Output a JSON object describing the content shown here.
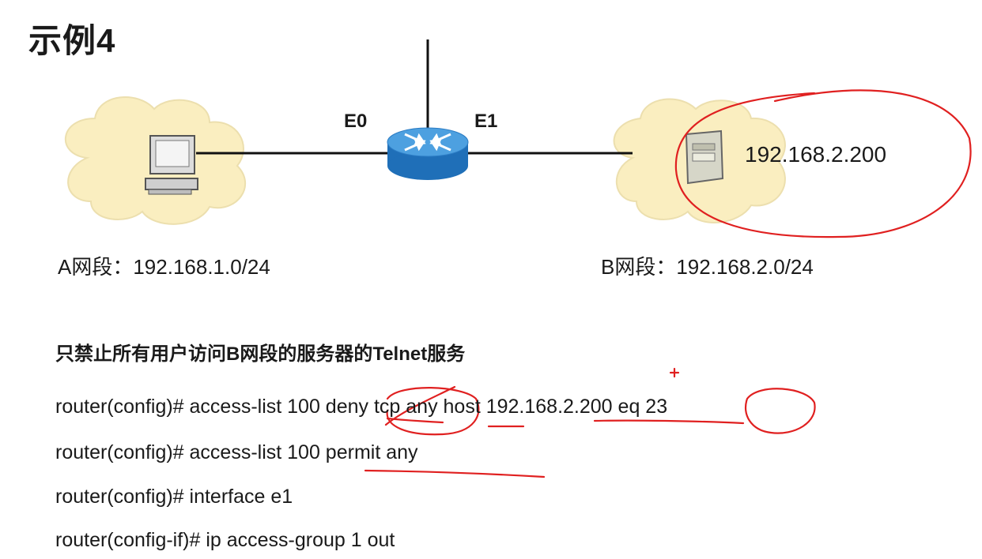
{
  "title": "示例4",
  "ports": {
    "left": "E0",
    "right": "E1"
  },
  "server_ip": "192.168.2.200",
  "segments": {
    "a": "A网段：192.168.1.0/24",
    "b": "B网段：192.168.2.0/24"
  },
  "heading": "只禁止所有用户访问B网段的服务器的Telnet服务",
  "commands": [
    "router(config)# access-list 100 deny tcp any host 192.168.2.200 eq 23",
    "router(config)# access-list 100 permit any",
    "router(config)# interface e1",
    "router(config-if)# ip access-group 1 out"
  ],
  "colors": {
    "cloud": "#faeec0",
    "router": "#3a8fd1",
    "annotation": "#e02020"
  },
  "icons": [
    "cloud-icon",
    "pc-icon",
    "router-icon",
    "server-icon"
  ]
}
